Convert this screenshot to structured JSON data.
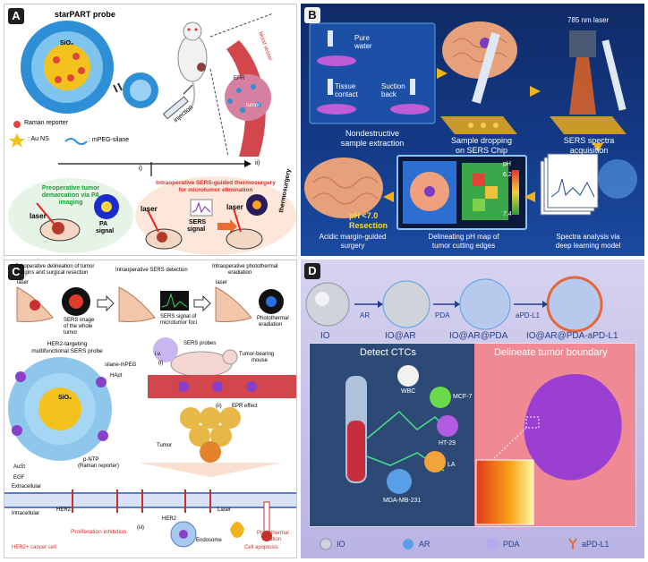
{
  "panel_a": {
    "label": "A",
    "probe_title": "starPART probe",
    "sio2": "SiO₂",
    "legend": {
      "raman": "Raman reporter",
      "au": ": Au NS",
      "peg": ": mPEG-silane"
    },
    "injection": "injection",
    "blood_vessel": "blood vessel",
    "epr": "EPR",
    "tumor": "tumor",
    "step_i": "i)",
    "step_ii": "ii)",
    "left_box": {
      "title_line1": "Preoperative tumor",
      "title_line2": "demarcation via PA",
      "title_line3": "imaging",
      "laser": "laser",
      "pa_signal_1": "PA",
      "pa_signal_2": "signal"
    },
    "right_box": {
      "title_line1": "Intraoperative SERS-guided thermosurgery",
      "title_line2": "for microtumor elimination",
      "laser1": "laser",
      "laser2": "laser",
      "sers_1": "SERS",
      "sers_2": "signal",
      "thermo": "thermosurgery"
    }
  },
  "panel_b": {
    "label": "B",
    "pure_water_1": "Pure",
    "pure_water_2": "water",
    "tissue_1": "Tissue",
    "tissue_2": "contact",
    "suction_1": "Suction",
    "suction_2": "back",
    "laser_785": "785 nm laser",
    "step1_1": "Nondestructive",
    "step1_2": "sample extraction",
    "step2_1": "Sample dropping",
    "step2_2": "on SERS Chip",
    "step3_1": "SERS spectra",
    "step3_2": "acquisition",
    "ph_label": "pH",
    "ph_high": "6.2",
    "ph_low": "7.4",
    "resection_1": "pH <7.0",
    "resection_2": "Resection",
    "step4_1": "Acidic margin-guided",
    "step4_2": "surgery",
    "step5_1": "Delineating pH map of",
    "step5_2": "tumor cutting edges",
    "step6_1": "Spectra analysis via",
    "step6_2": "deep learning model"
  },
  "panel_c": {
    "label": "C",
    "top1_1": "Preoperative delineation of tumor",
    "top1_2": "margins and surgical resection",
    "top2": "Intraoperative SERS detection",
    "top3_1": "Intraoperative photothermal",
    "top3_2": "eradiation",
    "laser_a": "laser",
    "laser_b": "laser",
    "sers_image_1": "SERS image",
    "sers_image_2": "of the whole",
    "sers_image_3": "tumor",
    "sers_signal_1": "SERS signal of",
    "sers_signal_2": "microtumor foci",
    "photothermal_1": "Photothermal",
    "photothermal_2": "eradiation",
    "probe_title_1": "HER2-targeting",
    "probe_title_2": "multifunctional SERS probe",
    "silane": "silane-mPEG",
    "hapt": "HApt",
    "sio2": "SiO₂",
    "aust": "AuSt",
    "pntp_1": "p-NTP",
    "pntp_2": "(Raman reporter)",
    "sers_probes": "SERS probes",
    "iv": "i.v.",
    "step_i": "(i)",
    "mouse_1": "Tumor-bearing",
    "mouse_2": "mouse",
    "epr": "EPR effect",
    "step_ii": "(ii)",
    "tumor": "Tumor",
    "egf": "EGF",
    "extracellular": "Extracellular",
    "intracellular": "Intracellular",
    "her2_a": "HER2",
    "her2_b": "HER2",
    "laser_c": "Laser",
    "step_iii": "(iii)",
    "endosome": "Endosome",
    "cell_type": "HER2+ cancer cell",
    "prolif": "Proliferation inhibition",
    "ablation_1": "Photothermal",
    "ablation_2": "ablation",
    "apoptosis": "Cell apoptosis"
  },
  "panel_d": {
    "label": "D",
    "arrow_ar": "AR",
    "arrow_pda": "PDA",
    "arrow_apdl1": "aPD-L1",
    "stage1": "IO",
    "stage2": "IO@AR",
    "stage3": "IO@AR@PDA",
    "stage4": "IO@AR@PDA-aPD-L1",
    "ctc_title": "Detect CTCs",
    "boundary_title": "Delineate tumor boundary",
    "cells": [
      "WBC",
      "MCF-7",
      "HT-29",
      "LA",
      "MDA-MB-231"
    ],
    "legend": [
      "IO",
      "AR",
      "PDA",
      "aPD-L1"
    ]
  },
  "colors": {
    "panel_b_bg": "#143a86",
    "panel_d_bg": "#c7c1ea",
    "tumor_purple": "#9b3fd3",
    "label_red": "#d3302b",
    "label_green": "#2a9a3c"
  }
}
